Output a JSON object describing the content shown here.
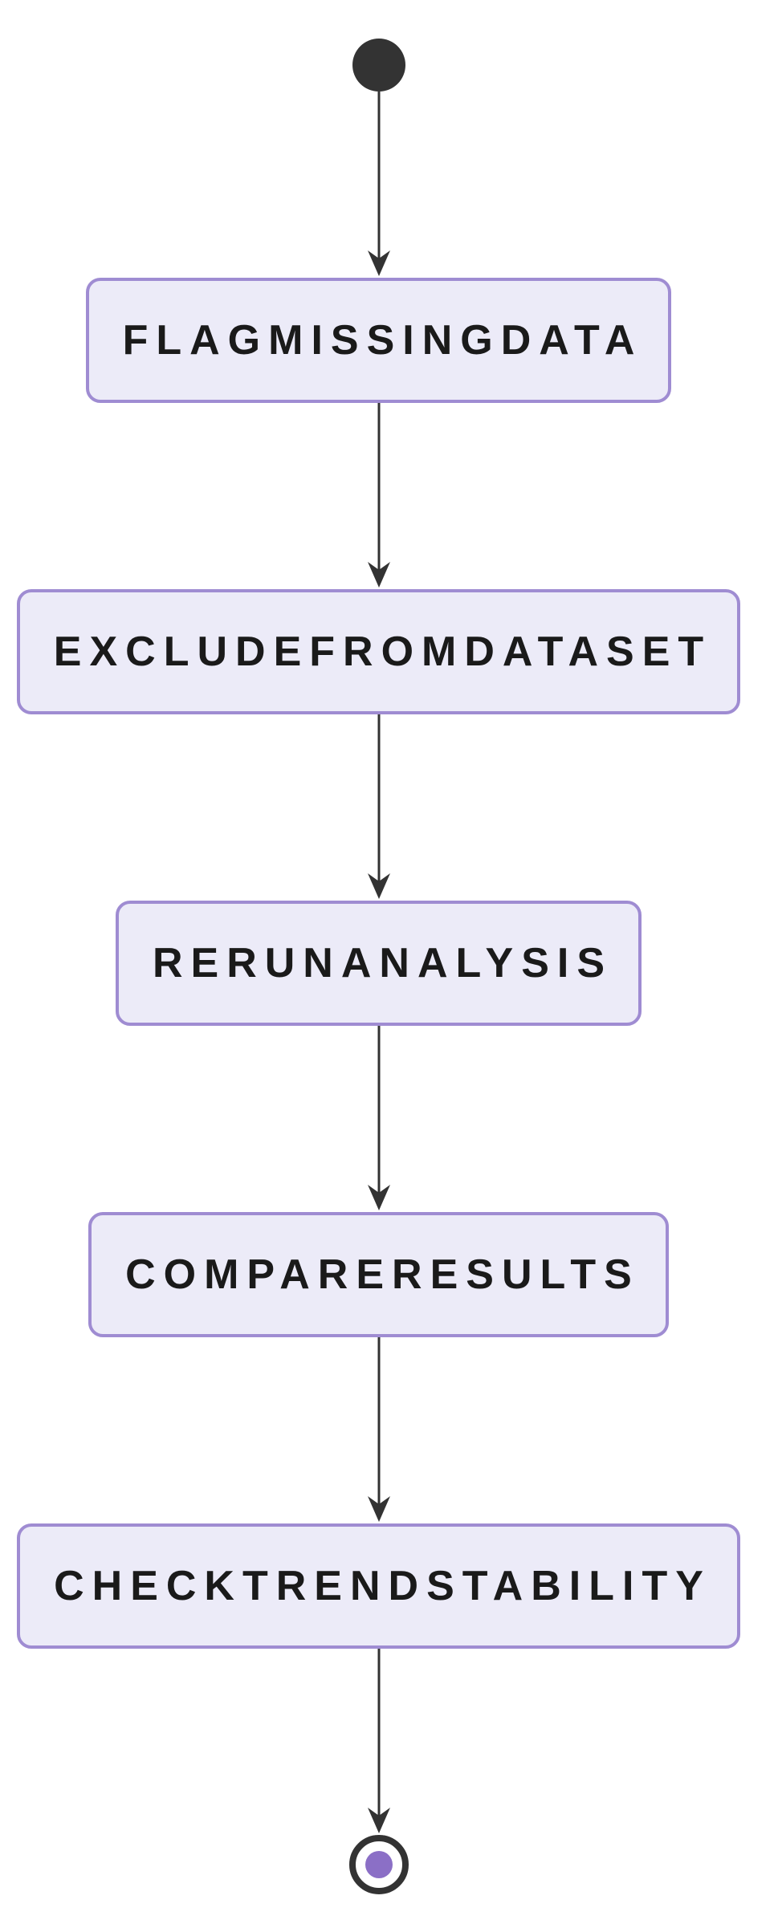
{
  "diagram": {
    "type": "state-flow",
    "direction": "top-to-bottom",
    "start_node": {
      "kind": "initial-state"
    },
    "steps": [
      {
        "label": "FLAGMISSINGDATA"
      },
      {
        "label": "EXCLUDEFROMDATASET"
      },
      {
        "label": "RERUNANALYSIS"
      },
      {
        "label": "COMPARERESULTS"
      },
      {
        "label": "CHECKTRENDSTABILITY"
      }
    ],
    "end_node": {
      "kind": "final-state"
    },
    "colors": {
      "background": "#FFFFFF",
      "node_fill": "#ECEBF8",
      "node_border": "#9F8CD2",
      "node_text": "#1A1A1A",
      "edge": "#333333",
      "start_fill": "#333333",
      "end_ring": "#333333",
      "end_inner": "#8B6FC6"
    }
  }
}
